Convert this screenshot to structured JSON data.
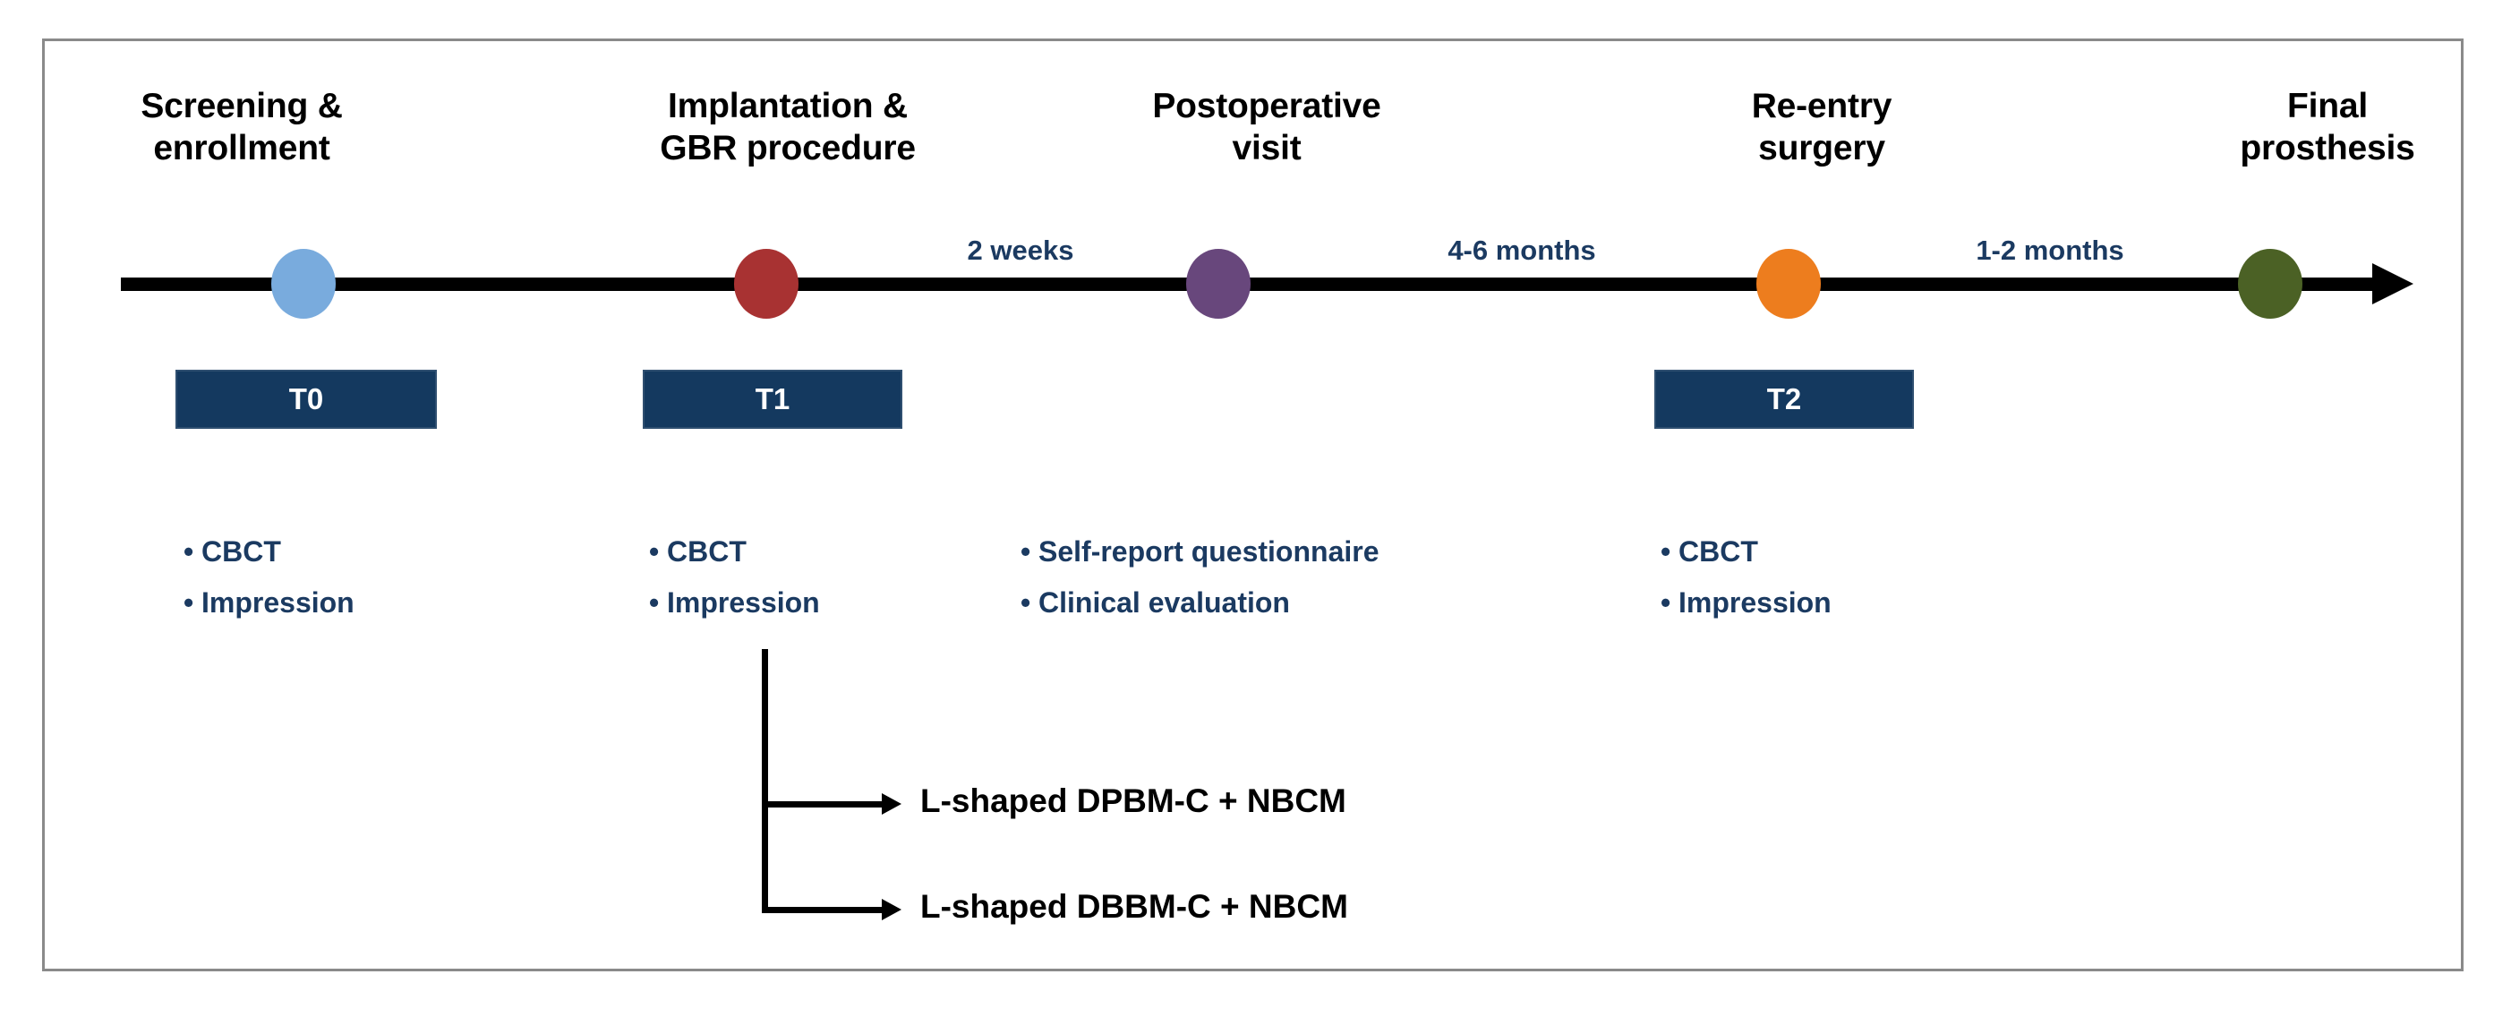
{
  "figure": {
    "type": "study-timeline-flow-diagram",
    "border_color": "#8a8a8a",
    "background": "#ffffff"
  },
  "timeline": {
    "axis_color": "#000000",
    "arrow_direction": "right",
    "stages": [
      {
        "id": "t0",
        "title": "Screening &\nenrollment",
        "dot_color": "#79abdd",
        "dot_name": "timeline-node-screening"
      },
      {
        "id": "t1",
        "title": "Implantation &\nGBR procedure",
        "dot_color": "#a83232",
        "dot_name": "timeline-node-implantation"
      },
      {
        "id": "postop",
        "title": "Postoperative\nvisit",
        "dot_color": "#68477c",
        "dot_name": "timeline-node-postoperative"
      },
      {
        "id": "t2",
        "title": "Re-entry\nsurgery",
        "dot_color": "#ed7d1e",
        "dot_name": "timeline-node-reentry"
      },
      {
        "id": "final",
        "title": "Final\nprosthesis",
        "dot_color": "#4b6125",
        "dot_name": "timeline-node-final-prosthesis"
      }
    ],
    "intervals": [
      {
        "label": "2 weeks",
        "between": "implantation-to-postoperative"
      },
      {
        "label": "4-6 months",
        "between": "postoperative-to-reentry"
      },
      {
        "label": "1-2 months",
        "between": "reentry-to-final-prosthesis"
      }
    ]
  },
  "timepoint_boxes": [
    {
      "label": "T0",
      "stage": "screening-enrollment",
      "color": "#14395f"
    },
    {
      "label": "T1",
      "stage": "implantation-gbr",
      "color": "#14395f"
    },
    {
      "label": "T2",
      "stage": "re-entry-surgery",
      "color": "#14395f"
    }
  ],
  "assessments": [
    {
      "stage": "screening-enrollment",
      "items": [
        "CBCT",
        "Impression"
      ]
    },
    {
      "stage": "implantation-gbr",
      "items": [
        "CBCT",
        "Impression"
      ]
    },
    {
      "stage": "postoperative-visit",
      "items": [
        "Self-report questionnaire",
        "Clinical evaluation"
      ]
    },
    {
      "stage": "re-entry-surgery",
      "items": [
        "CBCT",
        "Impression"
      ]
    }
  ],
  "treatment_arms": {
    "source_stage": "implantation-gbr",
    "branches": [
      {
        "label": "L-shaped DPBM-C + NBCM"
      },
      {
        "label": "L-shaped DBBM-C + NBCM"
      }
    ]
  },
  "bullet_glyph": "•",
  "accent_colors": {
    "navy_text": "#1b3a61",
    "box_navy": "#14395f",
    "black": "#000000"
  }
}
